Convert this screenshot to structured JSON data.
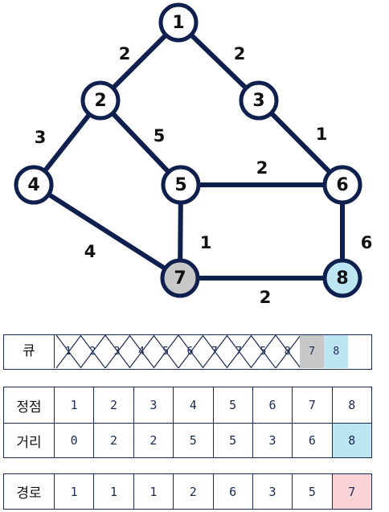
{
  "graph": {
    "nodes": [
      {
        "id": "1",
        "label": "1",
        "fill": "#ffffff"
      },
      {
        "id": "2",
        "label": "2",
        "fill": "#ffffff"
      },
      {
        "id": "3",
        "label": "3",
        "fill": "#ffffff"
      },
      {
        "id": "4",
        "label": "4",
        "fill": "#ffffff"
      },
      {
        "id": "5",
        "label": "5",
        "fill": "#ffffff"
      },
      {
        "id": "6",
        "label": "6",
        "fill": "#ffffff"
      },
      {
        "id": "7",
        "label": "7",
        "fill": "#c8c8c8"
      },
      {
        "id": "8",
        "label": "8",
        "fill": "#bde6f3"
      }
    ],
    "edges": [
      {
        "from": "1",
        "to": "2",
        "weight": "2"
      },
      {
        "from": "1",
        "to": "3",
        "weight": "2"
      },
      {
        "from": "2",
        "to": "4",
        "weight": "3"
      },
      {
        "from": "2",
        "to": "5",
        "weight": "5"
      },
      {
        "from": "3",
        "to": "6",
        "weight": "1"
      },
      {
        "from": "5",
        "to": "6",
        "weight": "2"
      },
      {
        "from": "4",
        "to": "7",
        "weight": "4"
      },
      {
        "from": "5",
        "to": "7",
        "weight": "1"
      },
      {
        "from": "6",
        "to": "8",
        "weight": "6"
      },
      {
        "from": "7",
        "to": "8",
        "weight": "2"
      }
    ],
    "edge_color": "#0f1f4e"
  },
  "queue": {
    "label": "큐",
    "items": [
      {
        "value": "1",
        "removed": true
      },
      {
        "value": "2",
        "removed": true
      },
      {
        "value": "3",
        "removed": true
      },
      {
        "value": "4",
        "removed": true
      },
      {
        "value": "5",
        "removed": true
      },
      {
        "value": "6",
        "removed": true
      },
      {
        "value": "7",
        "removed": true
      },
      {
        "value": "7",
        "removed": true
      },
      {
        "value": "5",
        "removed": true
      },
      {
        "value": "8",
        "removed": true
      },
      {
        "value": "7",
        "removed": false,
        "fill": "#c8c8c8"
      },
      {
        "value": "8",
        "removed": false,
        "fill": "#bde6f3"
      }
    ]
  },
  "vertex_table": {
    "vertex_label": "정점",
    "vertices": [
      "1",
      "2",
      "3",
      "4",
      "5",
      "6",
      "7",
      "8"
    ],
    "distance_label": "거리",
    "distances": [
      "0",
      "2",
      "2",
      "5",
      "5",
      "3",
      "6",
      "8"
    ],
    "highlight_color": "#bde6f3"
  },
  "path_table": {
    "label": "경로",
    "values": [
      "1",
      "1",
      "1",
      "2",
      "6",
      "3",
      "5",
      "7"
    ],
    "highlight_color": "#f9d3d6"
  }
}
